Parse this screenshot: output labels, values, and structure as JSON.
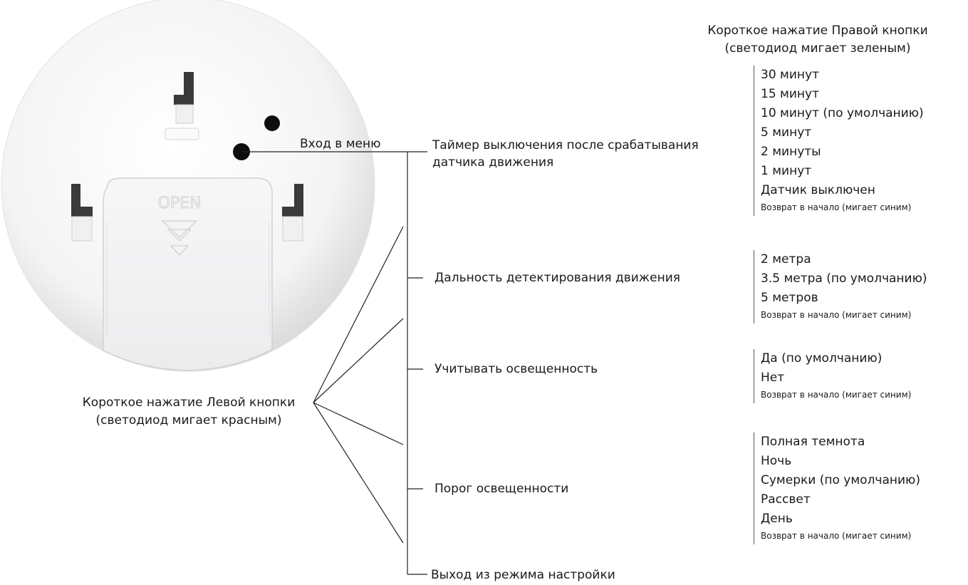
{
  "entry_label": "Вход в меню",
  "left_button": {
    "line1": "Короткое нажатие Левой кнопки",
    "line2": "(светодиод мигает красным)"
  },
  "right_button": {
    "line1": "Короткое нажатие Правой кнопки",
    "line2": "(светодиод мигает зеленым)"
  },
  "device_open_text": "OPEN",
  "menu_items": [
    {
      "label": "Таймер выключения после срабатывания",
      "label2": "датчика движения"
    },
    {
      "label": "Дальность детектирования движения"
    },
    {
      "label": "Учитывать освещенность"
    },
    {
      "label": "Порог освещенности"
    },
    {
      "label": "Выход из режима настройки"
    }
  ],
  "option_groups": [
    {
      "options": [
        "30 минут",
        "15 минут",
        "10 минут (по умолчанию)",
        "5 минут",
        "2 минуты",
        "1 минут",
        "Датчик выключен",
        "Возврат в начало (мигает синим)"
      ]
    },
    {
      "options": [
        "2 метра",
        "3.5 метра (по умолчанию)",
        "5 метров",
        "Возврат в начало (мигает синим)"
      ]
    },
    {
      "options": [
        "Да (по умолчанию)",
        "Нет",
        "Возврат в начало (мигает синим)"
      ]
    },
    {
      "options": [
        "Полная темнота",
        "Ночь",
        "Сумерки (по умолчанию)",
        "Рассвет",
        "День",
        "Возврат в начало (мигает синим)"
      ]
    }
  ]
}
